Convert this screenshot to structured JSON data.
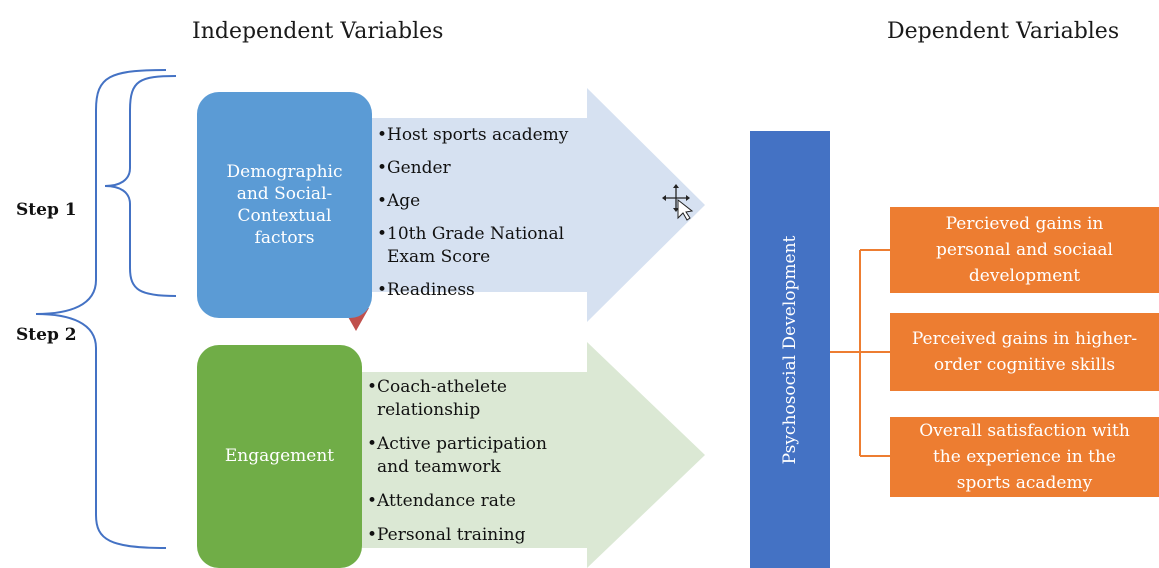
{
  "headers": {
    "independent": "Independent Variables",
    "dependent": "Dependent Variables"
  },
  "steps": {
    "step1": "Step 1",
    "step2": "Step 2"
  },
  "boxes": {
    "demographic": "Demographic\nand Social-\nContextual\nfactors",
    "engagement": "Engagement"
  },
  "demographic_items": [
    "Host sports academy",
    "Gender",
    "Age",
    " 10th Grade National\nExam Score",
    "Readiness"
  ],
  "engagement_items": [
    "Coach-athelete\nrelationship",
    "  Active participation\nand teamwork",
    "Attendance rate",
    "Personal training"
  ],
  "bullet": "•",
  "central_label": "Psychosocial Development",
  "outcomes": [
    "Percieved gains in\npersonal and sociaal\ndevelopment",
    "Perceived gains in higher-\norder cognitive skills",
    "Overall satisfaction with\nthe experience in the\nsports academy"
  ],
  "colors": {
    "blue_box": "#5b9bd5",
    "green_box": "#70ad47",
    "light_blue_arrow": "#d6e1f1",
    "light_green_arrow": "#dbe8d4",
    "central_bar": "#4472c4",
    "outcome": "#ed7d31",
    "bracket": "#4472c4",
    "connector": "#ed7d31",
    "down_arrow": "#c0504d"
  }
}
